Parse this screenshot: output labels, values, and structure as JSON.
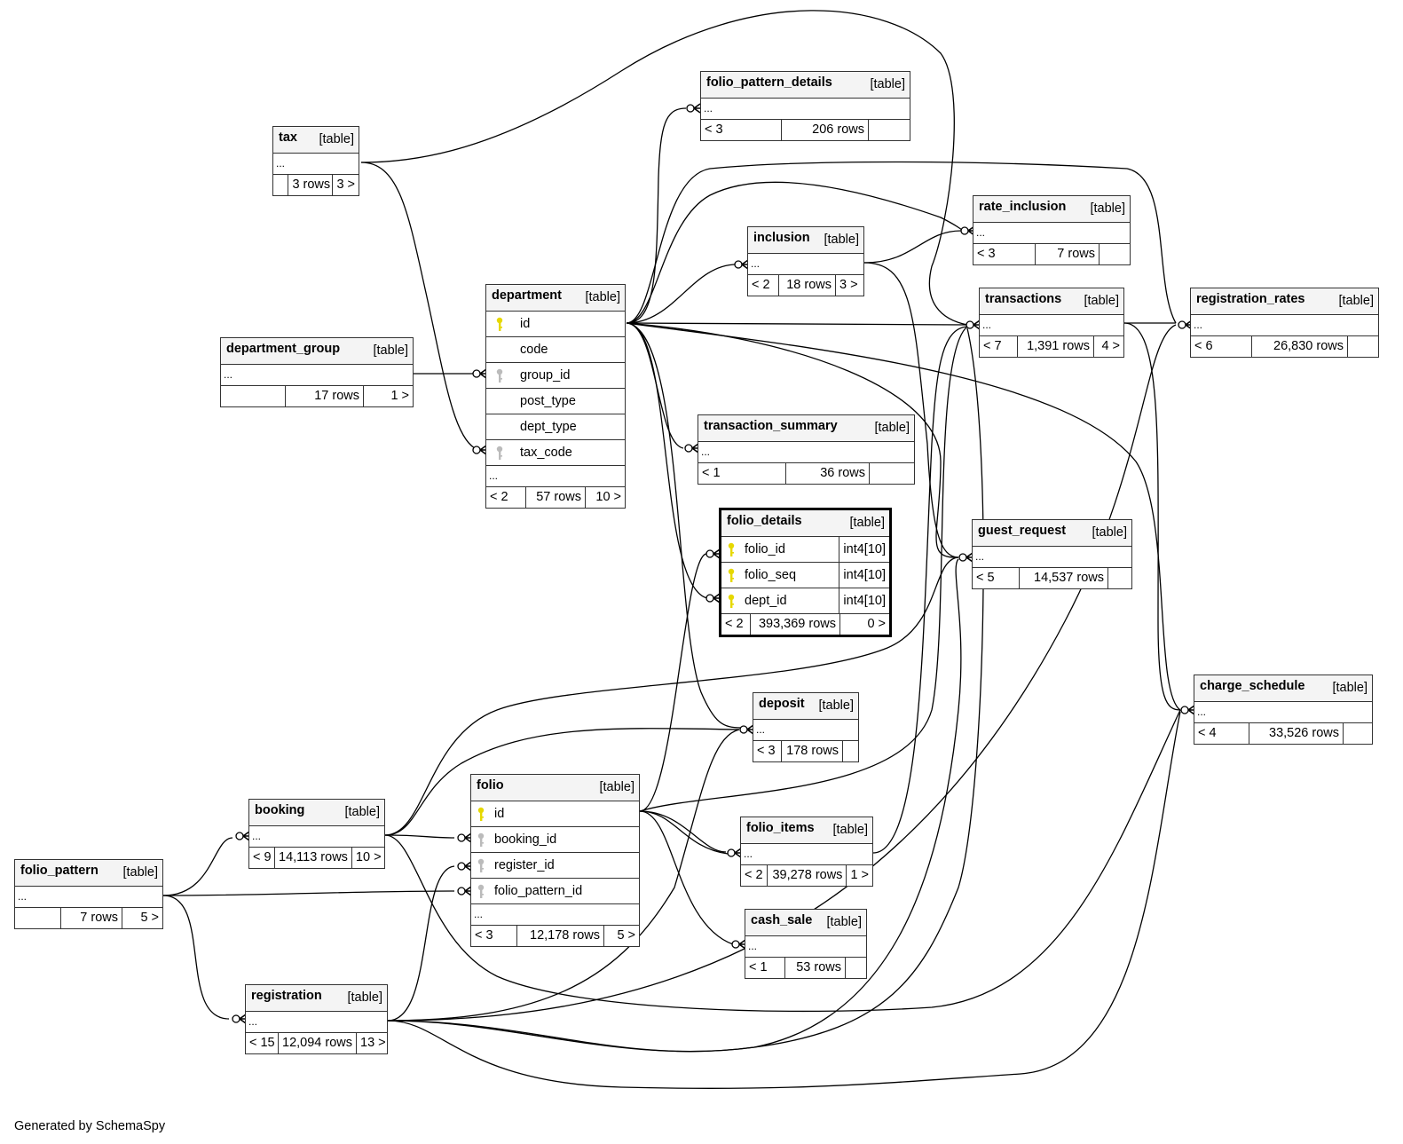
{
  "diagram": {
    "footer": "Generated by SchemaSpy",
    "type_label": "[table]",
    "ellipsis": "...",
    "key_colors": {
      "primary": "#e6d800",
      "foreign": "#bbbbbb"
    },
    "tables": {
      "tax": {
        "name": "tax",
        "parents": "",
        "rows": "3 rows",
        "children": "3 >"
      },
      "department_group": {
        "name": "department_group",
        "parents": "",
        "rows": "17 rows",
        "children": "1 >"
      },
      "department": {
        "name": "department",
        "columns": [
          {
            "name": "id",
            "key": "primary"
          },
          {
            "name": "code",
            "key": ""
          },
          {
            "name": "group_id",
            "key": "foreign"
          },
          {
            "name": "post_type",
            "key": ""
          },
          {
            "name": "dept_type",
            "key": ""
          },
          {
            "name": "tax_code",
            "key": "foreign"
          }
        ],
        "parents": "< 2",
        "rows": "57 rows",
        "children": "10 >"
      },
      "folio_pattern_details": {
        "name": "folio_pattern_details",
        "parents": "< 3",
        "rows": "206 rows",
        "children": ""
      },
      "inclusion": {
        "name": "inclusion",
        "parents": "< 2",
        "rows": "18 rows",
        "children": "3 >"
      },
      "rate_inclusion": {
        "name": "rate_inclusion",
        "parents": "< 3",
        "rows": "7 rows",
        "children": ""
      },
      "transactions": {
        "name": "transactions",
        "parents": "< 7",
        "rows": "1,391 rows",
        "children": "4 >"
      },
      "registration_rates": {
        "name": "registration_rates",
        "parents": "< 6",
        "rows": "26,830 rows",
        "children": ""
      },
      "transaction_summary": {
        "name": "transaction_summary",
        "parents": "< 1",
        "rows": "36 rows",
        "children": ""
      },
      "folio_details": {
        "name": "folio_details",
        "columns": [
          {
            "name": "folio_id",
            "key": "primary",
            "type": "int4[10]"
          },
          {
            "name": "folio_seq",
            "key": "primary",
            "type": "int4[10]"
          },
          {
            "name": "dept_id",
            "key": "primary",
            "type": "int4[10]"
          }
        ],
        "parents": "< 2",
        "rows": "393,369 rows",
        "children": "0 >"
      },
      "guest_request": {
        "name": "guest_request",
        "parents": "< 5",
        "rows": "14,537 rows",
        "children": ""
      },
      "charge_schedule": {
        "name": "charge_schedule",
        "parents": "< 4",
        "rows": "33,526 rows",
        "children": ""
      },
      "deposit": {
        "name": "deposit",
        "parents": "< 3",
        "rows": "178 rows",
        "children": ""
      },
      "booking": {
        "name": "booking",
        "parents": "< 9",
        "rows": "14,113 rows",
        "children": "10 >"
      },
      "folio": {
        "name": "folio",
        "columns": [
          {
            "name": "id",
            "key": "primary"
          },
          {
            "name": "booking_id",
            "key": "foreign"
          },
          {
            "name": "register_id",
            "key": "foreign"
          },
          {
            "name": "folio_pattern_id",
            "key": "foreign"
          }
        ],
        "parents": "< 3",
        "rows": "12,178 rows",
        "children": "5 >"
      },
      "folio_items": {
        "name": "folio_items",
        "parents": "< 2",
        "rows": "39,278 rows",
        "children": "1 >"
      },
      "cash_sale": {
        "name": "cash_sale",
        "parents": "< 1",
        "rows": "53 rows",
        "children": ""
      },
      "folio_pattern": {
        "name": "folio_pattern",
        "parents": "",
        "rows": "7 rows",
        "children": "5 >"
      },
      "registration": {
        "name": "registration",
        "parents": "< 15",
        "rows": "12,094 rows",
        "children": "13 >"
      }
    },
    "relationships": [
      {
        "from": "tax",
        "to": "department",
        "to_column": "tax_code"
      },
      {
        "from": "tax",
        "to": "transactions"
      },
      {
        "from": "department_group",
        "to": "department",
        "to_column": "group_id"
      },
      {
        "from": "department",
        "to": "folio_pattern_details"
      },
      {
        "from": "department",
        "to": "inclusion"
      },
      {
        "from": "department",
        "to": "rate_inclusion"
      },
      {
        "from": "department",
        "to": "registration_rates"
      },
      {
        "from": "department",
        "to": "transactions"
      },
      {
        "from": "department",
        "to": "transaction_summary"
      },
      {
        "from": "department",
        "to": "folio_details",
        "to_column": "dept_id"
      },
      {
        "from": "department",
        "to": "charge_schedule"
      },
      {
        "from": "department",
        "to": "deposit"
      },
      {
        "from": "department",
        "to": "guest_request"
      },
      {
        "from": "inclusion",
        "to": "rate_inclusion"
      },
      {
        "from": "inclusion",
        "to": "guest_request"
      },
      {
        "from": "transactions",
        "to": "registration_rates"
      },
      {
        "from": "transactions",
        "to": "charge_schedule"
      },
      {
        "from": "booking",
        "to": "folio",
        "to_column": "booking_id"
      },
      {
        "from": "booking",
        "to": "deposit"
      },
      {
        "from": "booking",
        "to": "guest_request"
      },
      {
        "from": "booking",
        "to": "charge_schedule"
      },
      {
        "from": "folio",
        "to": "folio_details",
        "to_column": "folio_id"
      },
      {
        "from": "folio",
        "to": "folio_items"
      },
      {
        "from": "folio",
        "to": "cash_sale"
      },
      {
        "from": "folio",
        "to": "transactions"
      },
      {
        "from": "folio_items",
        "to": "transactions"
      },
      {
        "from": "folio_pattern",
        "to": "booking"
      },
      {
        "from": "folio_pattern",
        "to": "folio",
        "to_column": "folio_pattern_id"
      },
      {
        "from": "folio_pattern",
        "to": "registration"
      },
      {
        "from": "registration",
        "to": "folio",
        "to_column": "register_id"
      },
      {
        "from": "registration",
        "to": "deposit"
      },
      {
        "from": "registration",
        "to": "transactions"
      },
      {
        "from": "registration",
        "to": "guest_request"
      },
      {
        "from": "registration",
        "to": "charge_schedule"
      },
      {
        "from": "registration",
        "to": "registration_rates"
      }
    ]
  }
}
